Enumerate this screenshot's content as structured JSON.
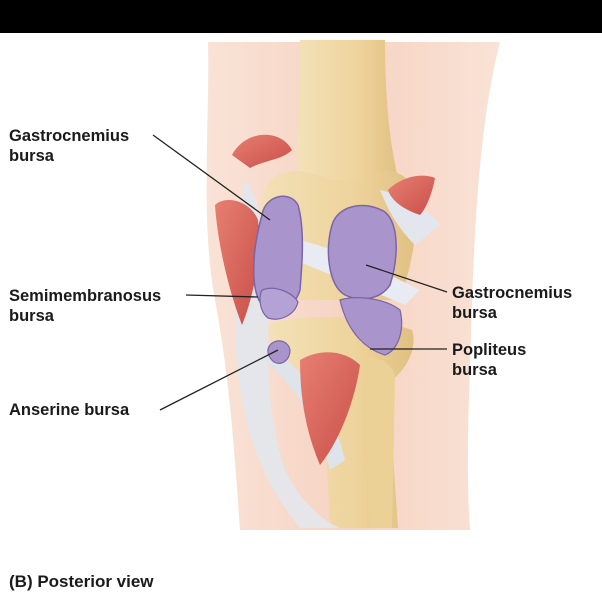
{
  "labels": {
    "gastrocnemius_left_line1": "Gastrocnemius",
    "gastrocnemius_left_line2": "bursa",
    "semimembranosus_line1": "Semimembranosus",
    "semimembranosus_line2": "bursa",
    "anserine": "Anserine bursa",
    "gastrocnemius_right_line1": "Gastrocnemius",
    "gastrocnemius_right_line2": "bursa",
    "popliteus_line1": "Popliteus",
    "popliteus_line2": "bursa"
  },
  "caption": "(B) Posterior view",
  "colors": {
    "skin": "#f6d3c2",
    "bone": "#f0d9a8",
    "bone_shade": "#e2c48a",
    "bursa": "#a995cc",
    "bursa_dark": "#7b64a8",
    "muscle": "#d9625a",
    "ligament": "#dfe3ea",
    "leader_line": "#222222"
  }
}
